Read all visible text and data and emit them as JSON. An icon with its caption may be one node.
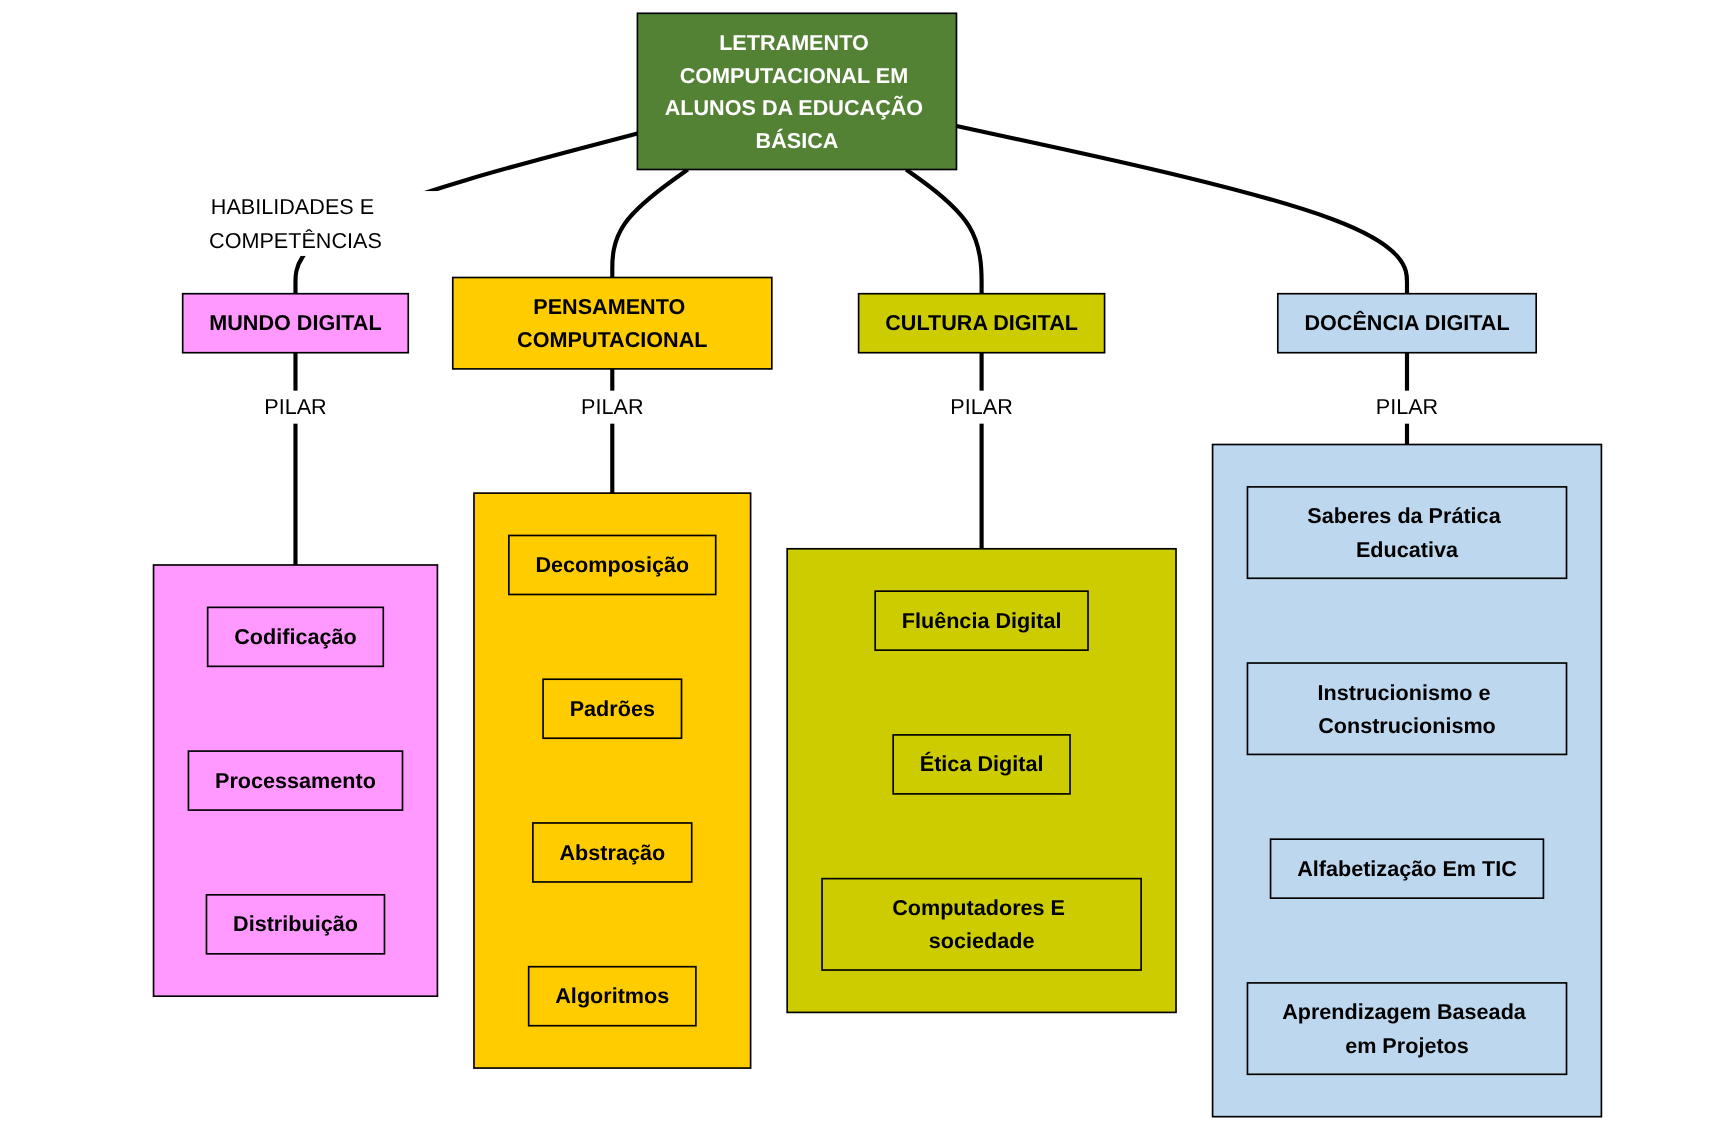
{
  "diagram": {
    "nodes": [
      {
        "text": [
          "LETRAMENTO COMPUTACIONAL EM ALUNOS DA EDUCAÇÃO BÁSICA"
        ]
      },
      {
        "text": [
          "MUNDO DIGITAL"
        ]
      },
      {
        "text": [
          "PENSAMENTO COMPUTACIONAL"
        ]
      },
      {
        "text": [
          "CULTURA DIGITAL"
        ]
      },
      {
        "text": [
          "DOCÊNCIA DIGITAL"
        ]
      },
      {
        "text": [],
        "shape": "box"
      },
      {
        "text": [
          "Codificação"
        ],
        "in": 5
      },
      {
        "text": [
          "Processamento"
        ],
        "in": 5
      },
      {
        "text": [
          "Distribuição"
        ],
        "in": 5
      },
      {
        "text": [],
        "shape": "box"
      },
      {
        "text": [
          "Decomposição"
        ],
        "in": 9
      },
      {
        "text": [
          "Padrões"
        ],
        "in": 9
      },
      {
        "text": [
          "Abstração"
        ],
        "in": 9
      },
      {
        "text": [
          "Algoritmos"
        ],
        "in": 9
      },
      {
        "text": [],
        "shape": "box"
      },
      {
        "text": [
          "Fluência Digital"
        ],
        "in": 14
      },
      {
        "text": [
          "Ética Digital"
        ],
        "in": 14
      },
      {
        "text": [
          "Computadores E sociedade"
        ],
        "in": 14
      },
      {
        "text": [],
        "shape": "box"
      },
      {
        "text": [
          "Saberes da Prática Educativa"
        ],
        "in": 18
      },
      {
        "text": [
          "Instrucionismo e Construcionismo"
        ],
        "in": 18
      },
      {
        "text": [
          "Alfabetização Em TIC"
        ],
        "in": 18
      },
      {
        "text": [
          "Aprendizagem Baseada em Projetos"
        ],
        "in": 18
      }
    ],
    "edges": [
      {
        "from": 0,
        "to": 1,
        "arrow": "none",
        "label": "HABILIDADES E COMPETÊNCIAS"
      },
      {
        "from": 0,
        "to": 2,
        "arrow": "none"
      },
      {
        "from": 0,
        "to": 3,
        "arrow": "none"
      },
      {
        "from": 0,
        "to": 4,
        "arrow": "none"
      },
      {
        "from": 1,
        "to": 5,
        "arrow": "none",
        "label": "PILAR"
      },
      {
        "from": 2,
        "to": 9,
        "arrow": "none",
        "label": "PILAR"
      },
      {
        "from": 3,
        "to": 14,
        "arrow": "none",
        "label": "PILAR"
      },
      {
        "from": 4,
        "to": 18,
        "arrow": "none",
        "label": "PILAR"
      }
    ]
  }
}
